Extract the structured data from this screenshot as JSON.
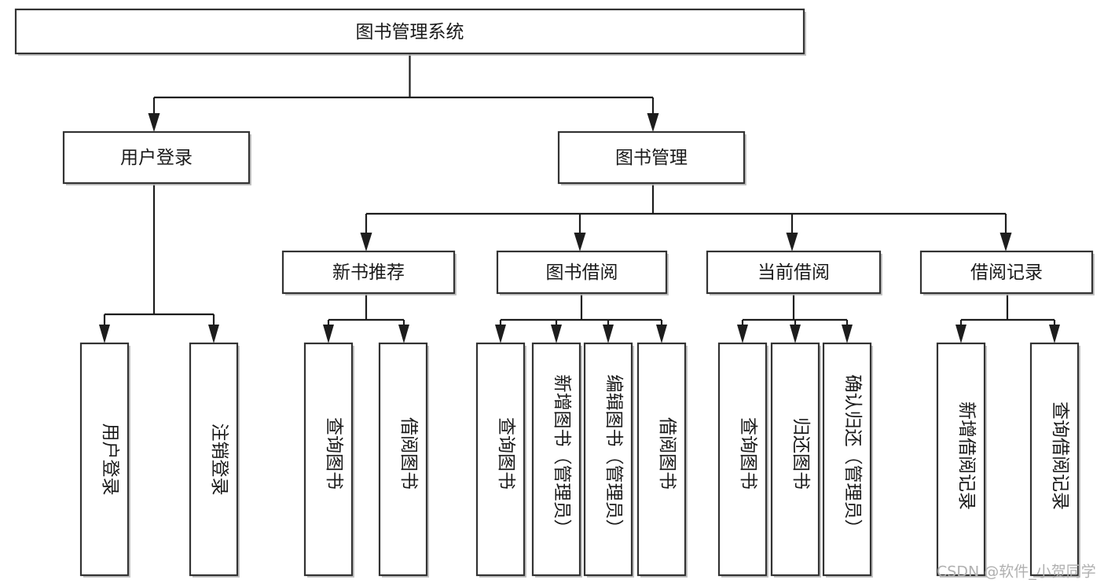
{
  "diagram": {
    "title": "图书管理系统",
    "type": "hierarchy-tree",
    "orientation": "top-down",
    "levels": 4,
    "root": {
      "id": "root",
      "label": "图书管理系统",
      "text_direction": "horizontal"
    },
    "level2": [
      {
        "id": "user-login",
        "label": "用户登录",
        "text_direction": "horizontal"
      },
      {
        "id": "book-management",
        "label": "图书管理",
        "text_direction": "horizontal"
      }
    ],
    "level3": [
      {
        "id": "new-book-recommend",
        "label": "新书推荐",
        "parent": "book-management",
        "text_direction": "horizontal"
      },
      {
        "id": "book-borrow",
        "label": "图书借阅",
        "parent": "book-management",
        "text_direction": "horizontal"
      },
      {
        "id": "current-borrow",
        "label": "当前借阅",
        "parent": "book-management",
        "text_direction": "horizontal"
      },
      {
        "id": "borrow-record",
        "label": "借阅记录",
        "parent": "book-management",
        "text_direction": "horizontal"
      }
    ],
    "leaves": [
      {
        "id": "leaf-user-login",
        "label": "用户登录",
        "parent": "user-login",
        "text_direction": "vertical"
      },
      {
        "id": "leaf-user-logout",
        "label": "注销登录",
        "parent": "user-login",
        "text_direction": "vertical"
      },
      {
        "id": "leaf-query-book-1",
        "label": "查询图书",
        "parent": "new-book-recommend",
        "text_direction": "vertical"
      },
      {
        "id": "leaf-borrow-book-1",
        "label": "借阅图书",
        "parent": "new-book-recommend",
        "text_direction": "vertical"
      },
      {
        "id": "leaf-query-book-2",
        "label": "查询图书",
        "parent": "book-borrow",
        "text_direction": "vertical"
      },
      {
        "id": "leaf-add-book",
        "label": "新增图书（管理员）",
        "parent": "book-borrow",
        "text_direction": "vertical"
      },
      {
        "id": "leaf-edit-book",
        "label": "编辑图书（管理员）",
        "parent": "book-borrow",
        "text_direction": "vertical"
      },
      {
        "id": "leaf-borrow-book-2",
        "label": "借阅图书",
        "parent": "book-borrow",
        "text_direction": "vertical"
      },
      {
        "id": "leaf-query-book-3",
        "label": "查询图书",
        "parent": "current-borrow",
        "text_direction": "vertical"
      },
      {
        "id": "leaf-return-book",
        "label": "归还图书",
        "parent": "current-borrow",
        "text_direction": "vertical"
      },
      {
        "id": "leaf-confirm-return",
        "label": "确认归还（管理员）",
        "parent": "current-borrow",
        "text_direction": "vertical"
      },
      {
        "id": "leaf-add-record",
        "label": "新增借阅记录",
        "parent": "borrow-record",
        "text_direction": "vertical"
      },
      {
        "id": "leaf-query-record",
        "label": "查询借阅记录",
        "parent": "borrow-record",
        "text_direction": "vertical"
      }
    ]
  },
  "watermark": {
    "text": "CSDN @软件_小贺同学"
  },
  "colors": {
    "box_stroke": "#333333",
    "box_fill": "#ffffff",
    "edge": "#1d1d1d",
    "text": "#1a1a1a",
    "watermark": "#b0b0b0",
    "background": "#ffffff"
  }
}
